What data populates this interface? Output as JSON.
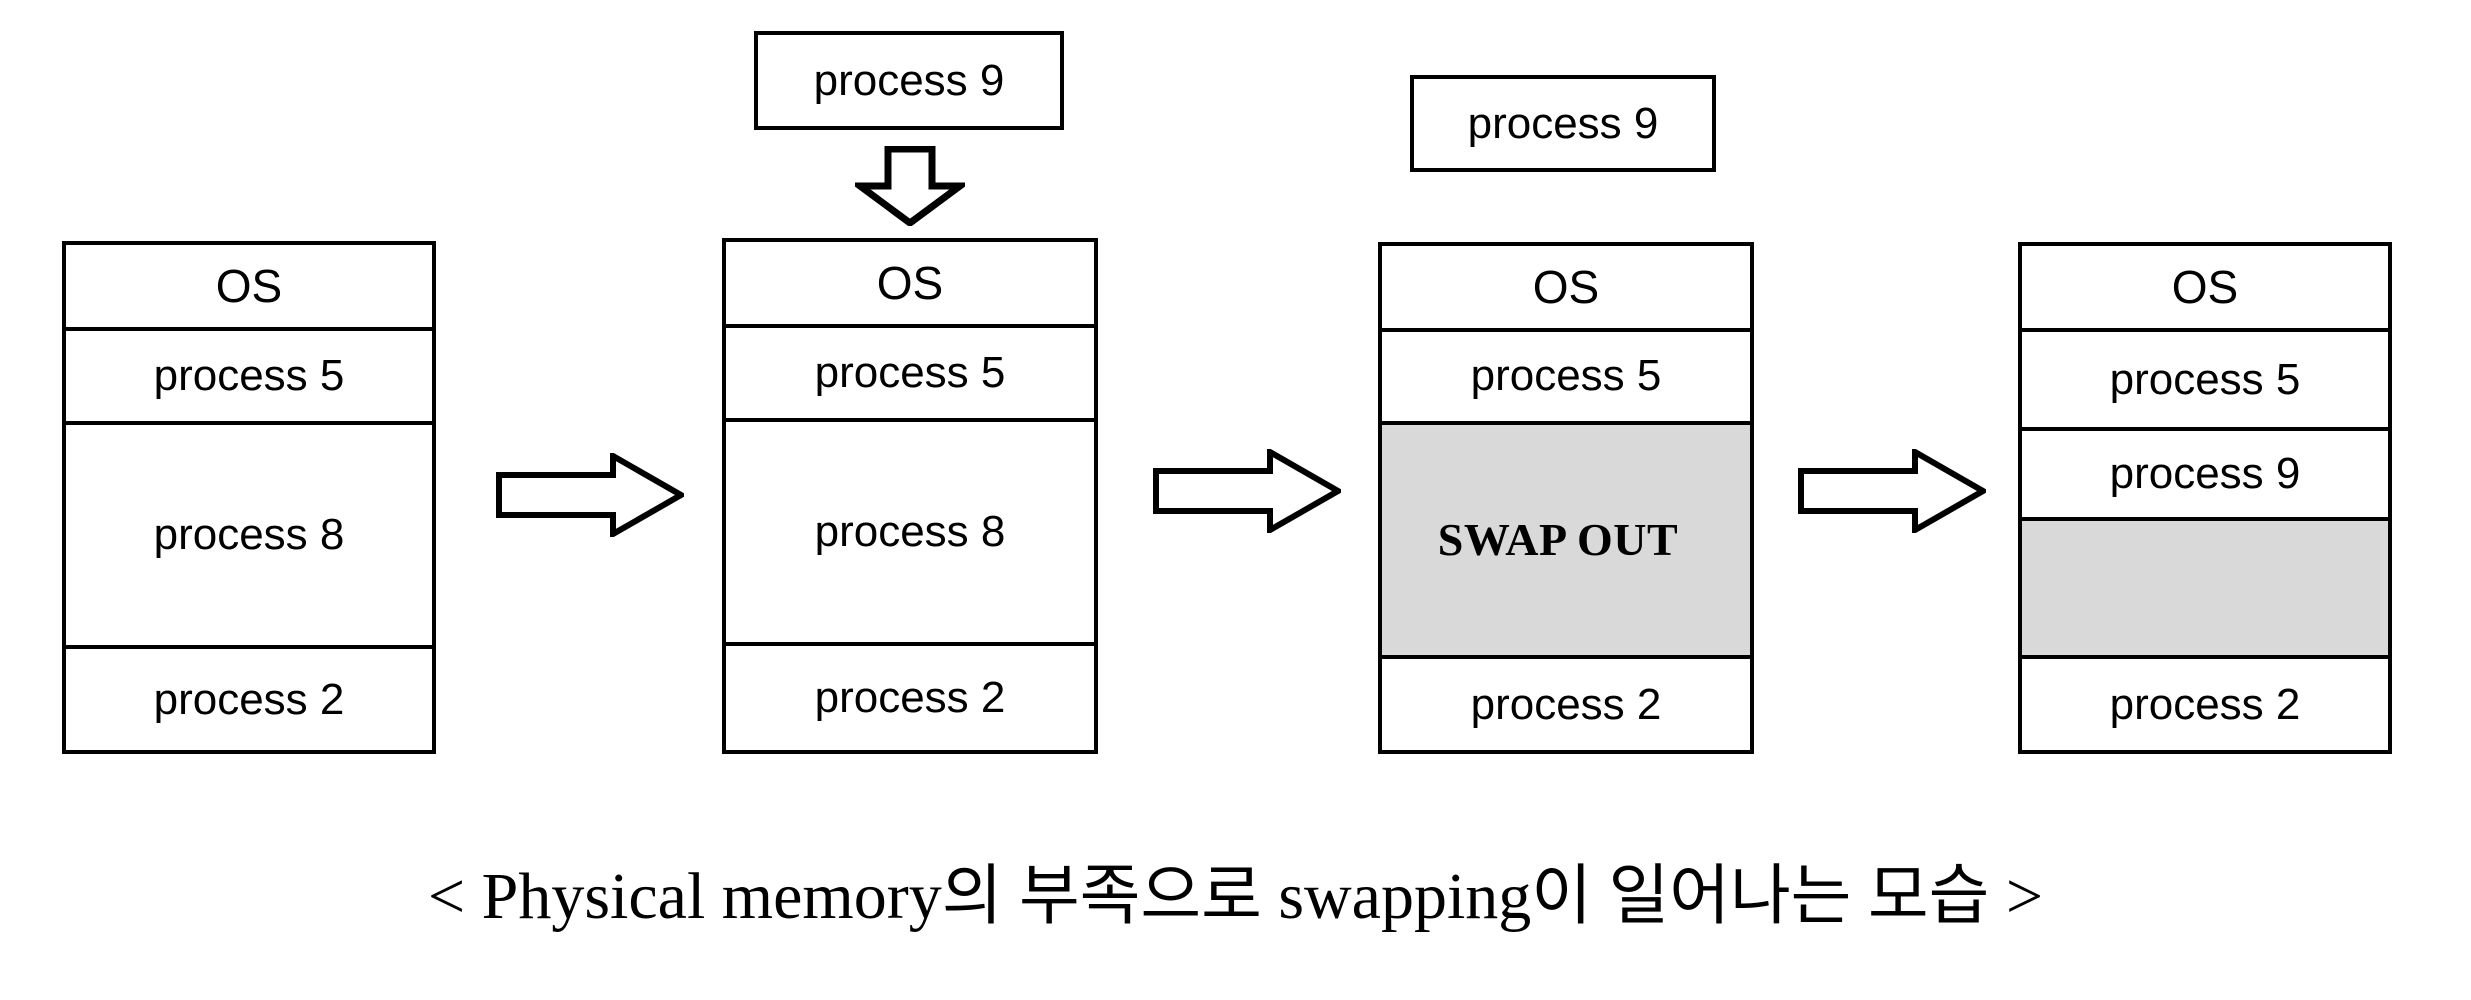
{
  "diagram": {
    "caption": "< Physical memory의 부족으로 swapping이 일어나는 모습 >",
    "colors": {
      "stroke": "#000000",
      "background": "#ffffff",
      "shaded_region": "#d9d9d9"
    },
    "stages": [
      {
        "id": "stage-1",
        "name": "initial-memory",
        "incoming_label": null,
        "rows": [
          {
            "label": "OS",
            "shaded": false,
            "style": "os"
          },
          {
            "label": "process 5",
            "shaded": false,
            "style": "normal"
          },
          {
            "label": "process 8",
            "shaded": false,
            "style": "normal"
          },
          {
            "label": "process 2",
            "shaded": false,
            "style": "normal"
          }
        ]
      },
      {
        "id": "stage-2",
        "name": "process-9-arrives",
        "incoming_label": "process 9",
        "rows": [
          {
            "label": "OS",
            "shaded": false,
            "style": "os"
          },
          {
            "label": "process 5",
            "shaded": false,
            "style": "normal"
          },
          {
            "label": "process 8",
            "shaded": false,
            "style": "normal"
          },
          {
            "label": "process 2",
            "shaded": false,
            "style": "normal"
          }
        ]
      },
      {
        "id": "stage-3",
        "name": "swap-out-process-8",
        "incoming_label": "process 9",
        "rows": [
          {
            "label": "OS",
            "shaded": false,
            "style": "os"
          },
          {
            "label": "process 5",
            "shaded": false,
            "style": "normal"
          },
          {
            "label": "SWAP OUT",
            "shaded": true,
            "style": "swap"
          },
          {
            "label": "process 2",
            "shaded": false,
            "style": "normal"
          }
        ]
      },
      {
        "id": "stage-4",
        "name": "process-9-swapped-in",
        "incoming_label": null,
        "rows": [
          {
            "label": "OS",
            "shaded": false,
            "style": "os"
          },
          {
            "label": "process 5",
            "shaded": false,
            "style": "normal"
          },
          {
            "label": "process 9",
            "shaded": false,
            "style": "normal"
          },
          {
            "label": "",
            "shaded": true,
            "style": "normal"
          },
          {
            "label": "process 2",
            "shaded": false,
            "style": "normal"
          }
        ]
      }
    ],
    "arrows": [
      {
        "id": "arrow-1",
        "name": "flow-arrow-right",
        "direction": "right"
      },
      {
        "id": "arrow-2",
        "name": "flow-arrow-right",
        "direction": "right"
      },
      {
        "id": "arrow-3",
        "name": "flow-arrow-right",
        "direction": "right"
      },
      {
        "id": "arrow-down-1",
        "name": "process-load-arrow-down",
        "direction": "down"
      }
    ]
  }
}
